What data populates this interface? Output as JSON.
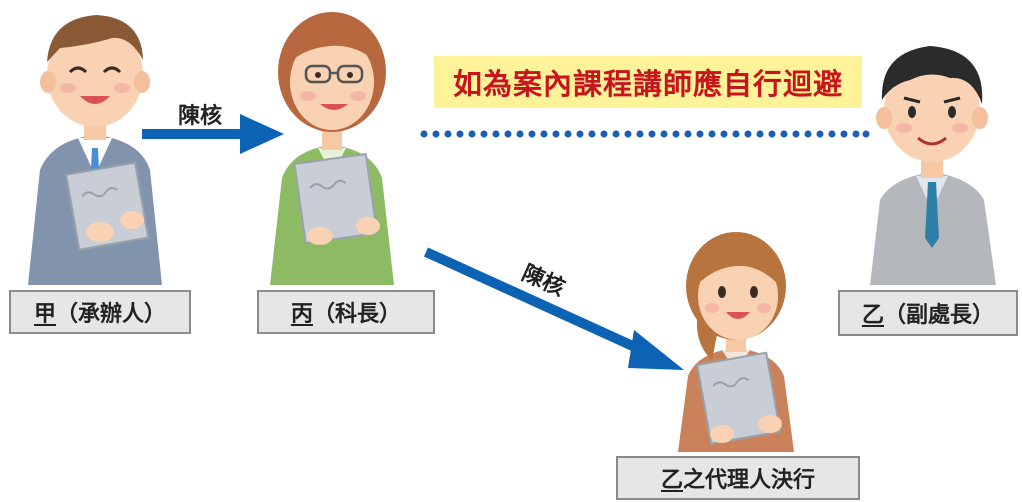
{
  "people": {
    "jia": {
      "role_char": "甲",
      "role_title": "（承辦人）"
    },
    "bing": {
      "role_char": "丙",
      "role_title": "（科長）"
    },
    "yi": {
      "role_char": "乙",
      "role_title": "（副處長）"
    },
    "yi_proxy": {
      "role_char": "乙",
      "role_title": "之代理人決行"
    }
  },
  "arrows": {
    "jia_to_bing": "陳核",
    "bing_to_proxy": "陳核"
  },
  "banner": {
    "text": "如為案內課程講師應自行迴避"
  },
  "colors": {
    "arrow": "#0d63b3",
    "dots": "#1a5fb4",
    "banner_bg": "#fff39a",
    "banner_text": "#c8141b",
    "label_bg": "#e6e6e6",
    "label_border": "#8a8a8a"
  }
}
